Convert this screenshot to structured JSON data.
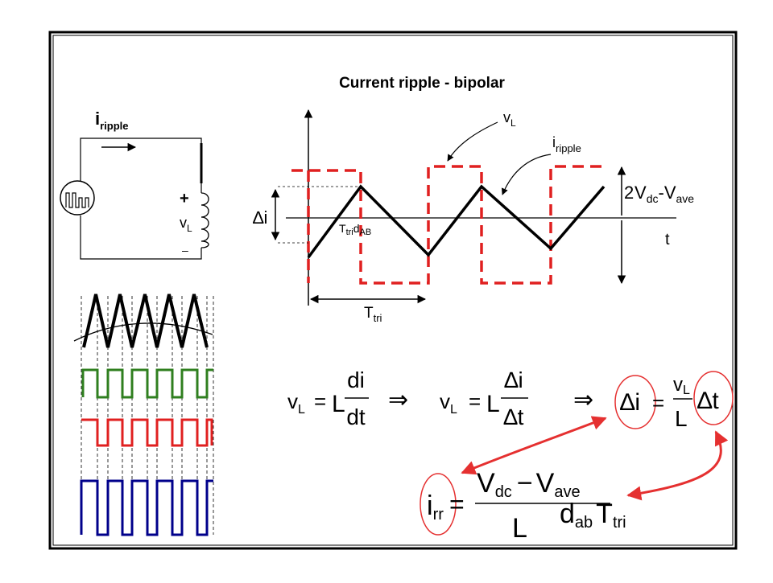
{
  "slide": {
    "title": "Current ripple - bipolar"
  },
  "circuit": {
    "current_label": "i",
    "current_sub": "ripple",
    "plus_sign": "+",
    "voltage_label": "v",
    "voltage_sub": "L",
    "minus_sign": "–"
  },
  "waveform": {
    "vl_label": "v",
    "vl_sub": "L",
    "iripple_label": "i",
    "iripple_sub": "ripple",
    "delta_i_label": "∆i",
    "duty_label_t": "T",
    "duty_label_tri": "tri",
    "duty_label_d": "d",
    "duty_label_ab": "AB",
    "period_label_t": "T",
    "period_label_tri": "tri",
    "t_axis_label": "t",
    "amp_2": "2",
    "amp_v": "V",
    "amp_dc": "dc",
    "amp_minus": "-",
    "amp_v2": "V",
    "amp_ave": "ave"
  },
  "equations": {
    "eq1_lhs_v": "v",
    "eq1_lhs_sub": "L",
    "eq1_eq": "=",
    "eq1_L": "L",
    "eq1_num": "di",
    "eq1_den": "dt",
    "implies": "⇒",
    "eq2_lhs_v": "v",
    "eq2_lhs_sub": "L",
    "eq2_eq": "=",
    "eq2_L": "L",
    "eq2_num": "∆i",
    "eq2_den": "∆t",
    "eq3_lhs": "∆i",
    "eq3_eq": "=",
    "eq3_num_v": "v",
    "eq3_num_sub": "L",
    "eq3_den": "L",
    "eq3_rhs": "∆t",
    "eq4_i": "i",
    "eq4_sub": "rr",
    "eq4_eq": "=",
    "eq4_num": "V",
    "eq4_num_dc": "dc",
    "eq4_num_minus": "−",
    "eq4_num_v2": "V",
    "eq4_num_ave": "ave",
    "eq4_den": "L",
    "eq4_d": "d",
    "eq4_d_sub": "ab",
    "eq4_T": "T",
    "eq4_T_sub": "tri"
  },
  "colors": {
    "square_red": "#e02020",
    "green": "#2f7f1f",
    "blue": "#00008b",
    "black": "#000000",
    "annotation_red": "#e53030"
  }
}
